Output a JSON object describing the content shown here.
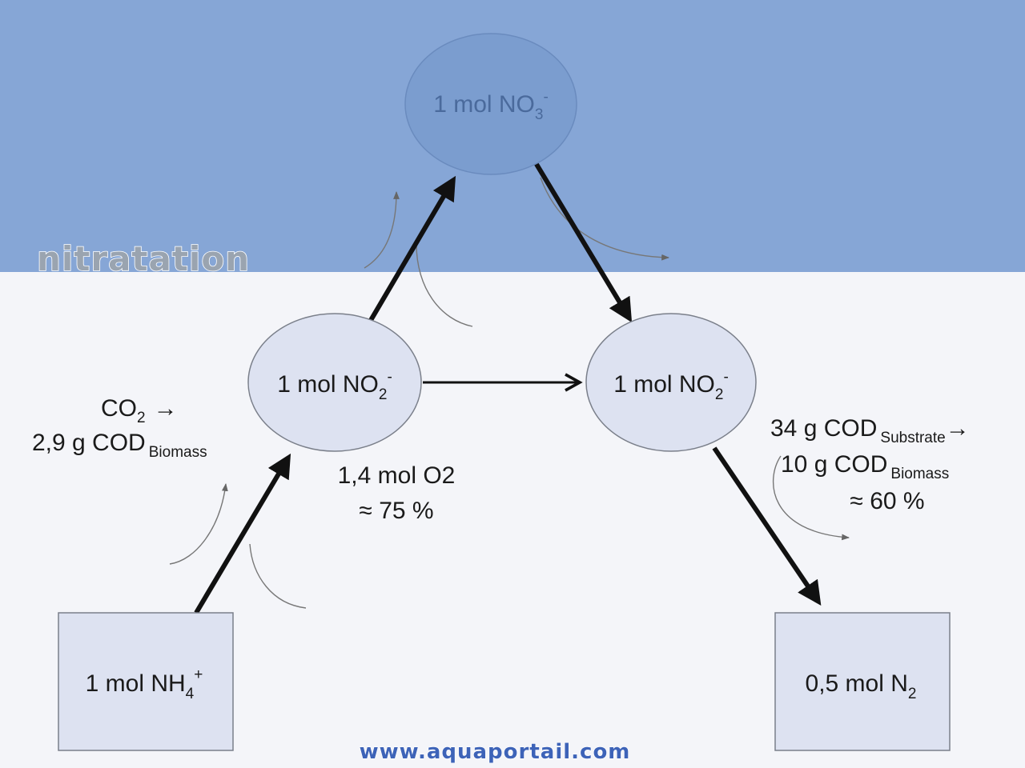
{
  "banner": {
    "label": "nitratation",
    "color": "#86a6d6"
  },
  "nodes": {
    "nitrate": {
      "main": "1 mol NO",
      "sub": "3",
      "sup": "-"
    },
    "nitrite_left": {
      "main": "1 mol NO",
      "sub": "2",
      "sup": "-"
    },
    "nitrite_right": {
      "main": "1 mol NO",
      "sub": "2",
      "sup": "-"
    },
    "ammonium": {
      "main": "1 mol NH",
      "sub": "4",
      "sup": "+"
    },
    "nitrogen": {
      "main": "0,5 mol N",
      "sub": "2"
    }
  },
  "notes": {
    "left": {
      "co2": "CO",
      "co2_sub": "2",
      "arrow": "→",
      "cod_text": "2,9 g COD",
      "cod_sub": "Biomass"
    },
    "middle": {
      "line1": "1,4 mol O2",
      "line2": "≈ 75 %"
    },
    "right": {
      "line1": "34 g COD",
      "line1_sub": "Substrate",
      "arrow": "→",
      "line2": "10 g COD",
      "line2_sub": "Biomass",
      "line3": "≈ 60 %"
    }
  },
  "watermark": "www.aquaportail.com"
}
